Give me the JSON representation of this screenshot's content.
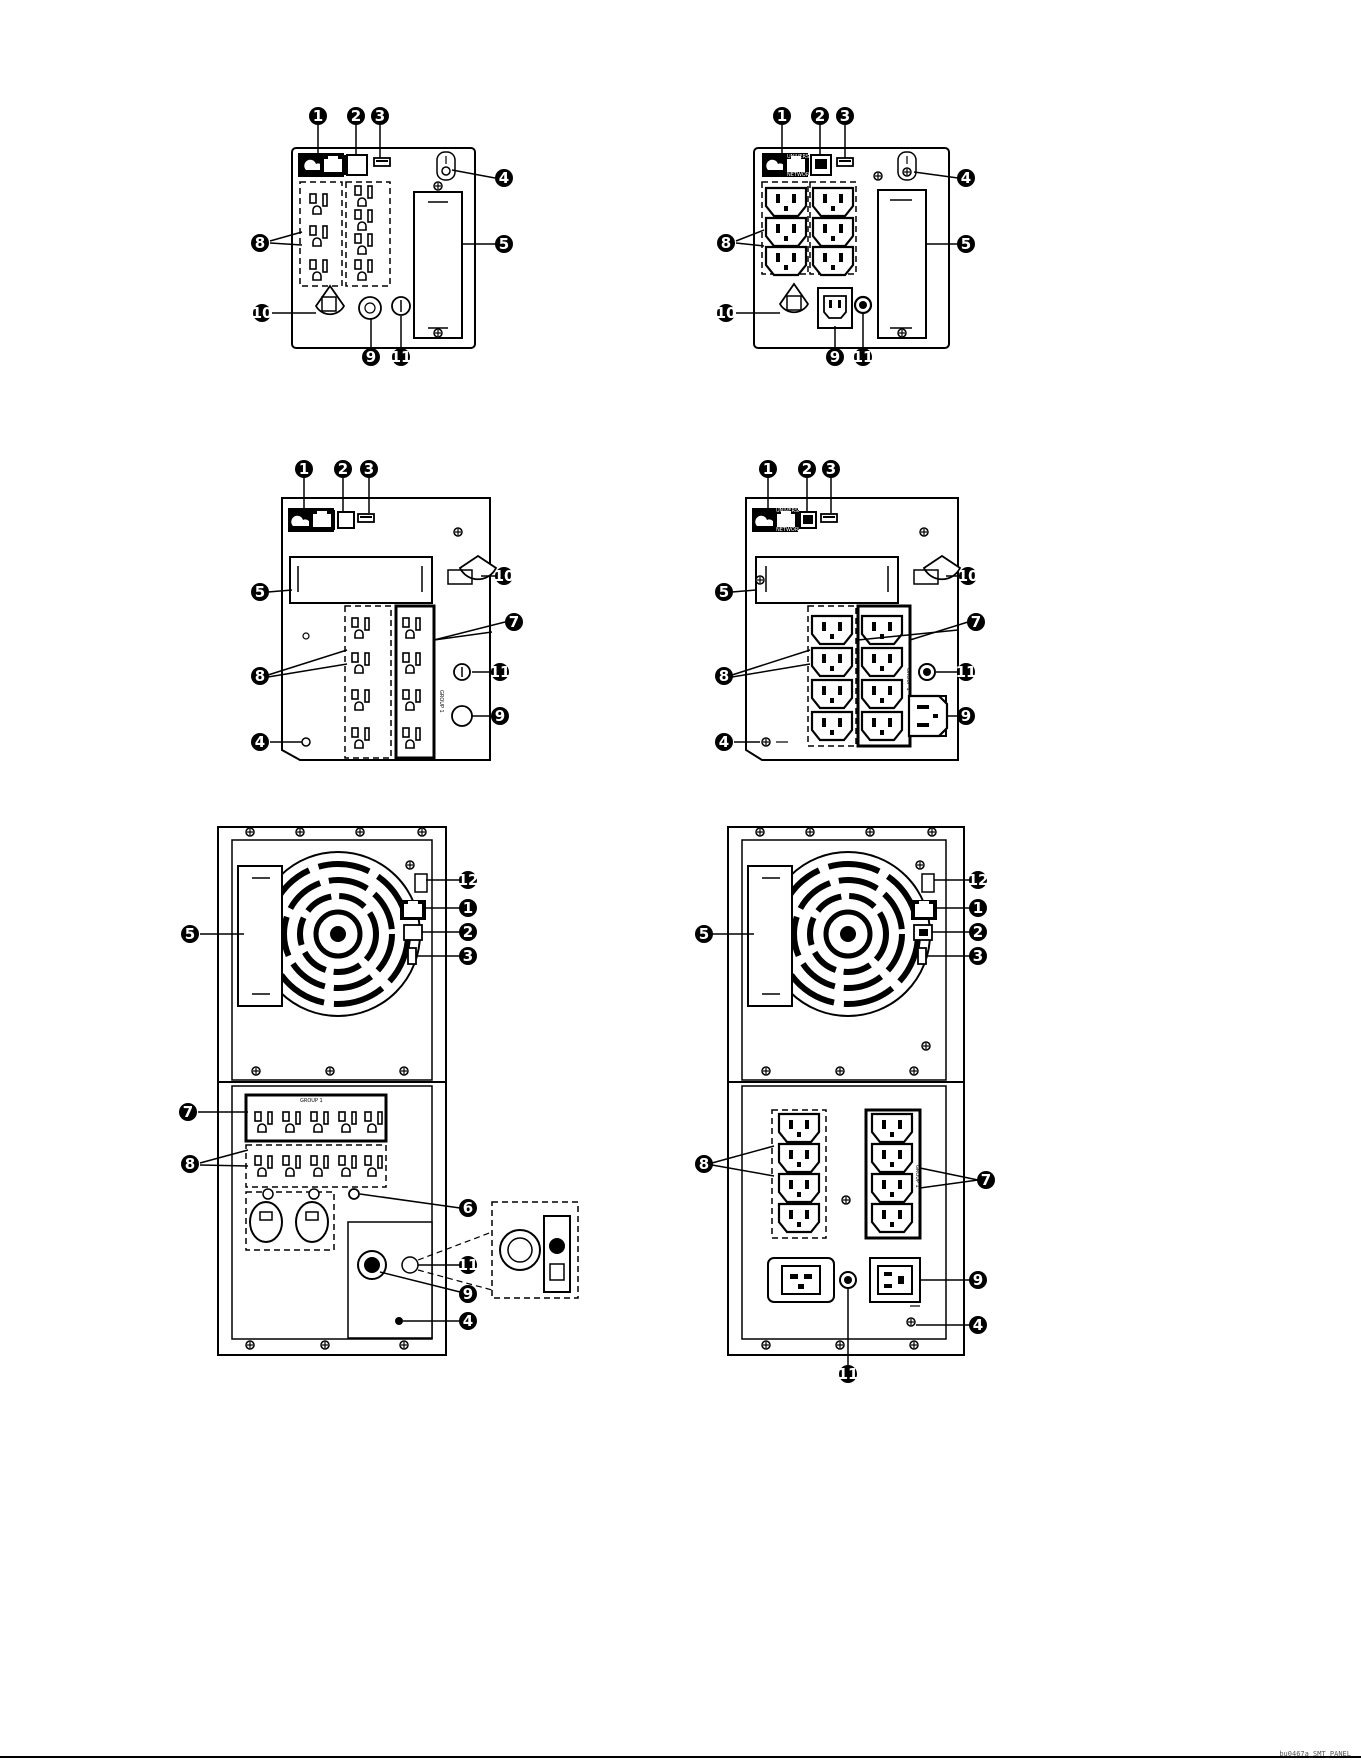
{
  "figure": {
    "panels": [
      {
        "id": "panel-1",
        "callouts": [
          {
            "label": "1"
          },
          {
            "label": "2"
          },
          {
            "label": "3"
          },
          {
            "label": "4"
          },
          {
            "label": "5"
          },
          {
            "label": "8"
          },
          {
            "label": "9"
          },
          {
            "label": "10"
          },
          {
            "label": "11"
          }
        ]
      },
      {
        "id": "panel-2",
        "port_labels": [
          "UNIVERSAL",
          "NETWORK"
        ],
        "callouts": [
          {
            "label": "1"
          },
          {
            "label": "2"
          },
          {
            "label": "3"
          },
          {
            "label": "4"
          },
          {
            "label": "5"
          },
          {
            "label": "8"
          },
          {
            "label": "9"
          },
          {
            "label": "10"
          },
          {
            "label": "11"
          }
        ]
      },
      {
        "id": "panel-3",
        "group_label": "GROUP 1",
        "callouts": [
          {
            "label": "1"
          },
          {
            "label": "2"
          },
          {
            "label": "3"
          },
          {
            "label": "4"
          },
          {
            "label": "5"
          },
          {
            "label": "7"
          },
          {
            "label": "8"
          },
          {
            "label": "9"
          },
          {
            "label": "10"
          },
          {
            "label": "11"
          }
        ]
      },
      {
        "id": "panel-4",
        "group_label": "GROUP 1",
        "port_labels": [
          "UNIVERSAL",
          "NETWORK"
        ],
        "callouts": [
          {
            "label": "1"
          },
          {
            "label": "2"
          },
          {
            "label": "3"
          },
          {
            "label": "4"
          },
          {
            "label": "5"
          },
          {
            "label": "7"
          },
          {
            "label": "8"
          },
          {
            "label": "9"
          },
          {
            "label": "10"
          },
          {
            "label": "11"
          }
        ]
      },
      {
        "id": "panel-5",
        "group_label": "GROUP 1",
        "callouts": [
          {
            "label": "1"
          },
          {
            "label": "2"
          },
          {
            "label": "3"
          },
          {
            "label": "4"
          },
          {
            "label": "5"
          },
          {
            "label": "6"
          },
          {
            "label": "7"
          },
          {
            "label": "8"
          },
          {
            "label": "9"
          },
          {
            "label": "11"
          },
          {
            "label": "12"
          }
        ]
      },
      {
        "id": "panel-6",
        "group_label": "GROUP 1",
        "callouts": [
          {
            "label": "1"
          },
          {
            "label": "2"
          },
          {
            "label": "3"
          },
          {
            "label": "4"
          },
          {
            "label": "5"
          },
          {
            "label": "7"
          },
          {
            "label": "8"
          },
          {
            "label": "9"
          },
          {
            "label": "11"
          },
          {
            "label": "12"
          }
        ]
      }
    ],
    "footer_code": "bu0467a_SMT_PANEL"
  },
  "colors": {
    "ink": "#000000",
    "paper": "#ffffff",
    "callout_fill": "#000000",
    "callout_text": "#ffffff"
  }
}
